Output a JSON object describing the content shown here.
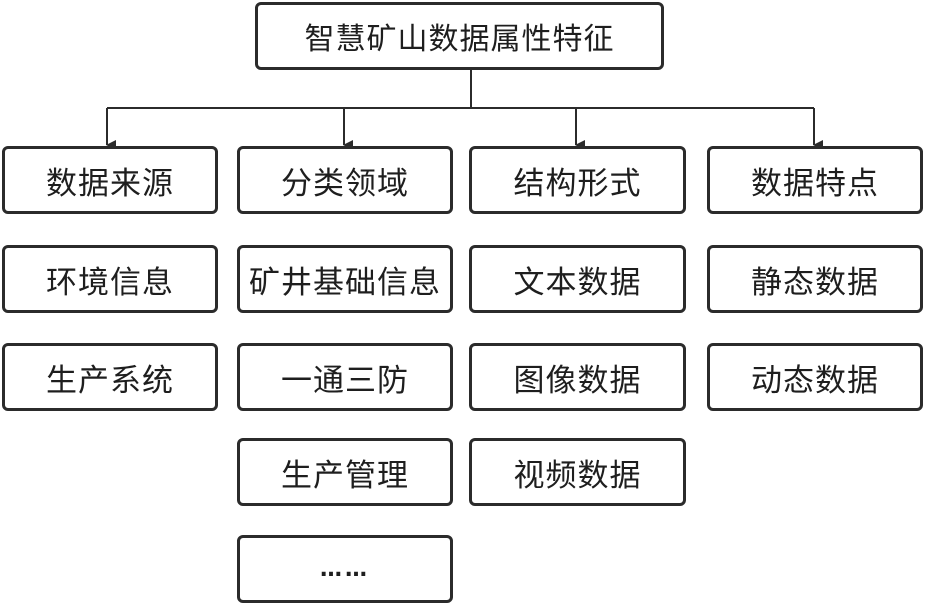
{
  "root": {
    "label": "智慧矿山数据属性特征"
  },
  "columns": [
    {
      "header": "数据来源",
      "items": [
        "环境信息",
        "生产系统"
      ]
    },
    {
      "header": "分类领域",
      "items": [
        "矿井基础信息",
        "一通三防",
        "生产管理",
        "……"
      ]
    },
    {
      "header": "结构形式",
      "items": [
        "文本数据",
        "图像数据",
        "视频数据"
      ]
    },
    {
      "header": "数据特点",
      "items": [
        "静态数据",
        "动态数据"
      ]
    }
  ],
  "colors": {
    "stroke": "#2b2b2b",
    "text": "#1e1e1e",
    "background": "#ffffff"
  }
}
